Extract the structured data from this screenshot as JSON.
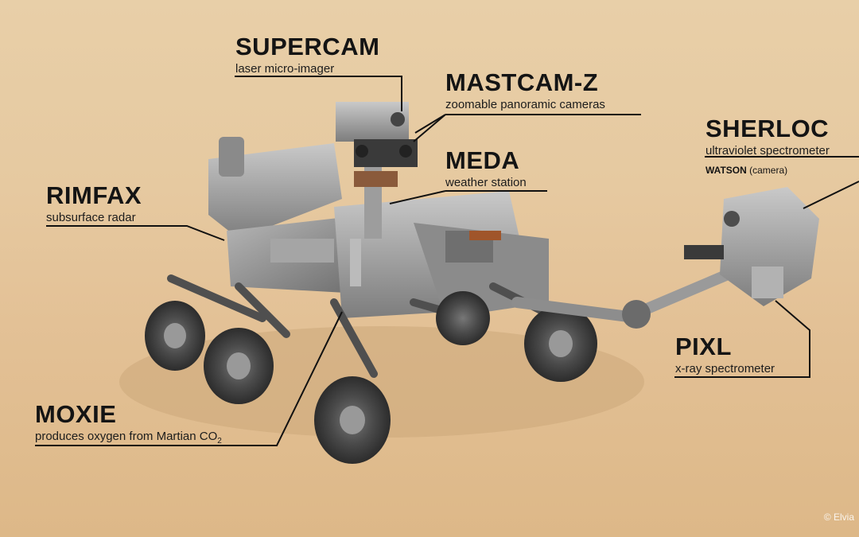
{
  "labels": {
    "supercam": {
      "title": "SUPERCAM",
      "subtitle": "laser micro-imager"
    },
    "mastcam": {
      "title": "MASTCAM-Z",
      "subtitle": "zoomable panoramic cameras"
    },
    "sherloc": {
      "title": "SHERLOC",
      "subtitle": "ultraviolet spectrometer",
      "extra_bold": "WATSON",
      "extra_rest": " (camera)"
    },
    "meda": {
      "title": "MEDA",
      "subtitle": "weather station"
    },
    "rimfax": {
      "title": "RIMFAX",
      "subtitle": "subsurface radar"
    },
    "pixl": {
      "title": "PIXL",
      "subtitle": "x-ray spectrometer"
    },
    "moxie": {
      "title": "MOXIE",
      "subtitle": "produces oxygen from Martian CO",
      "subscript": "2"
    }
  },
  "credit": "© Elvia",
  "colors": {
    "background": "#e6c9a0",
    "text": "#141414",
    "leader": "#111111",
    "rover_body": "#9a9a9a"
  }
}
